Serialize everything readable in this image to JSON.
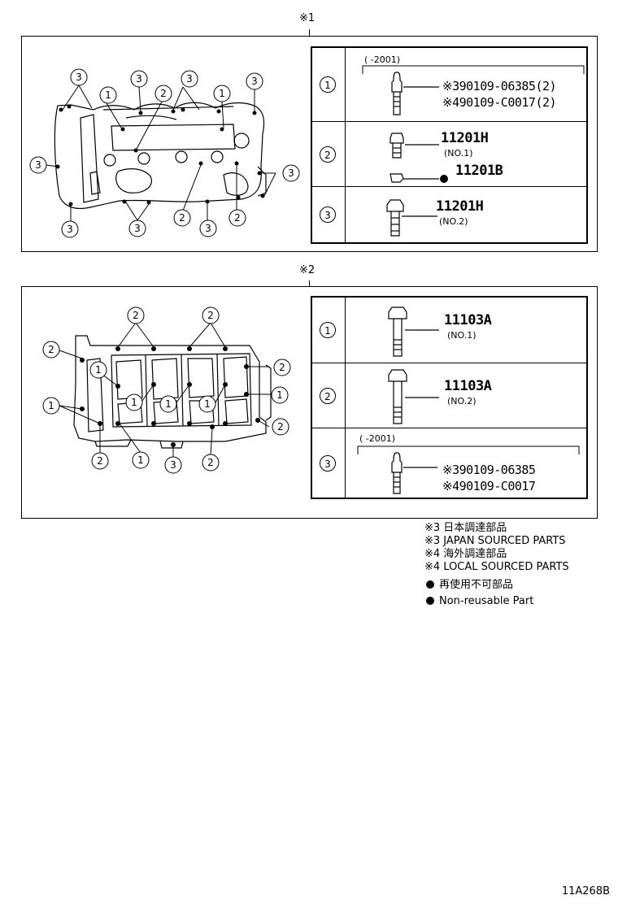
{
  "sections": [
    {
      "label": "※1",
      "rows": [
        {
          "num": "1",
          "date_range": "(        -2001)",
          "parts": [
            "※390109-06385(2)",
            "※490109-C0017(2)"
          ]
        },
        {
          "num": "2",
          "parts": [
            "11201H",
            "11201B"
          ],
          "sub": "(NO.1)"
        },
        {
          "num": "3",
          "parts": [
            "11201H"
          ],
          "sub": "(NO.2)"
        }
      ]
    },
    {
      "label": "※2",
      "rows": [
        {
          "num": "1",
          "parts": [
            "11103A"
          ],
          "sub": "(NO.1)"
        },
        {
          "num": "2",
          "parts": [
            "11103A"
          ],
          "sub": "(NO.2)"
        },
        {
          "num": "3",
          "date_range": "(        -2001)",
          "parts": [
            "※390109-06385",
            "※490109-C0017"
          ]
        }
      ]
    }
  ],
  "legend": {
    "line1": "※3 日本調達部品",
    "line2": "※3 JAPAN SOURCED PARTS",
    "line3": "※4 海外調達部品",
    "line4": "※4 LOCAL SOURCED PARTS",
    "line5": "再使用不可部品",
    "line6": "Non-reusable Part"
  },
  "image_code": "11A268B"
}
